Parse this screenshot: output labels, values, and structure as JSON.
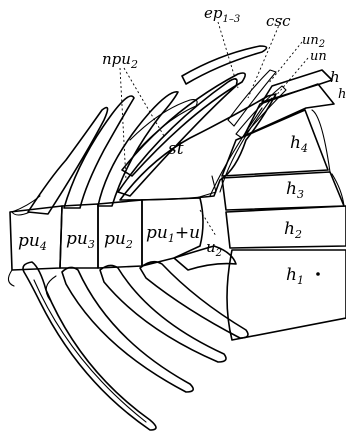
{
  "labels": {
    "ep": "ep",
    "ep_sub": "1–3",
    "csc": "csc",
    "un2": "un",
    "un2_sub": "2",
    "un1": "un",
    "npu": "npu",
    "npu_sub": "2",
    "h5": "h",
    "h6": "h",
    "st": "st",
    "h4": "h",
    "h4_sub": "4",
    "h3": "h",
    "h3_sub": "3",
    "h2": "h",
    "h2_sub": "2",
    "h1": "h",
    "h1_sub": "1",
    "pu4": "pu",
    "pu4_sub": "4",
    "pu3": "pu",
    "pu3_sub": "3",
    "pu2": "pu",
    "pu2_sub": "2",
    "pu1u1": "pu",
    "pu1u1_sub": "1",
    "pu1u1_plus": "+u",
    "u2": "u",
    "u2_sub": "2"
  },
  "colors": {
    "ink": "#000000",
    "paper": "#ffffff"
  }
}
